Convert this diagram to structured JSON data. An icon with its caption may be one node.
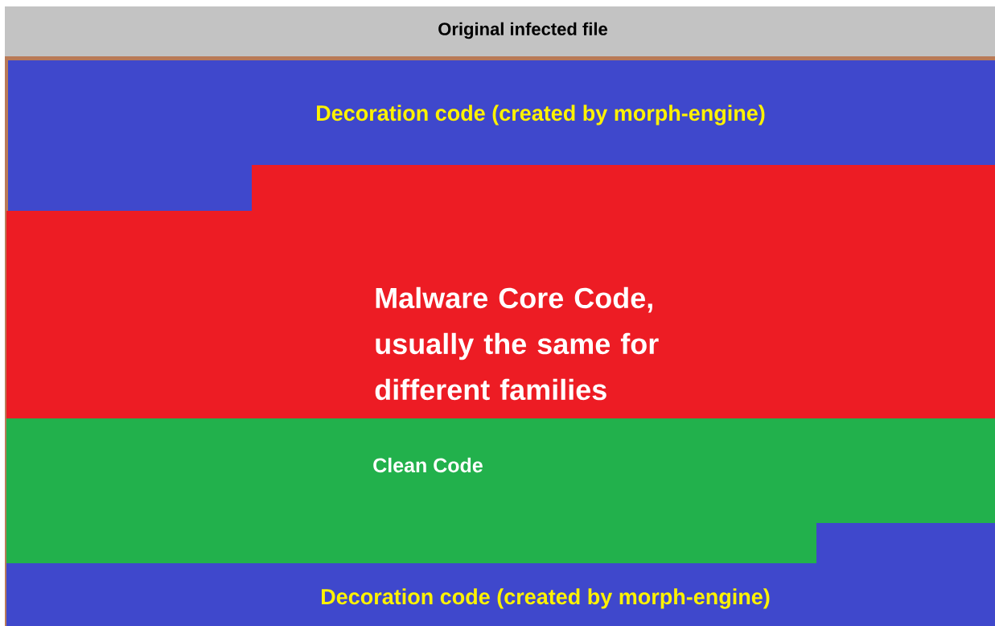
{
  "diagram": {
    "nodes": [
      {
        "text": [
          "Original infected file"
        ]
      },
      {
        "text": [
          "Decoration code (created by morph-engine)"
        ],
        "in": 0
      },
      {
        "text": [
          "Malware Core Code, usually the same for different families"
        ],
        "in": 0
      },
      {
        "text": [
          "Clean Code"
        ],
        "in": 0
      },
      {
        "text": [
          "Decoration code (created by morph-engine)"
        ],
        "in": 0
      }
    ]
  }
}
